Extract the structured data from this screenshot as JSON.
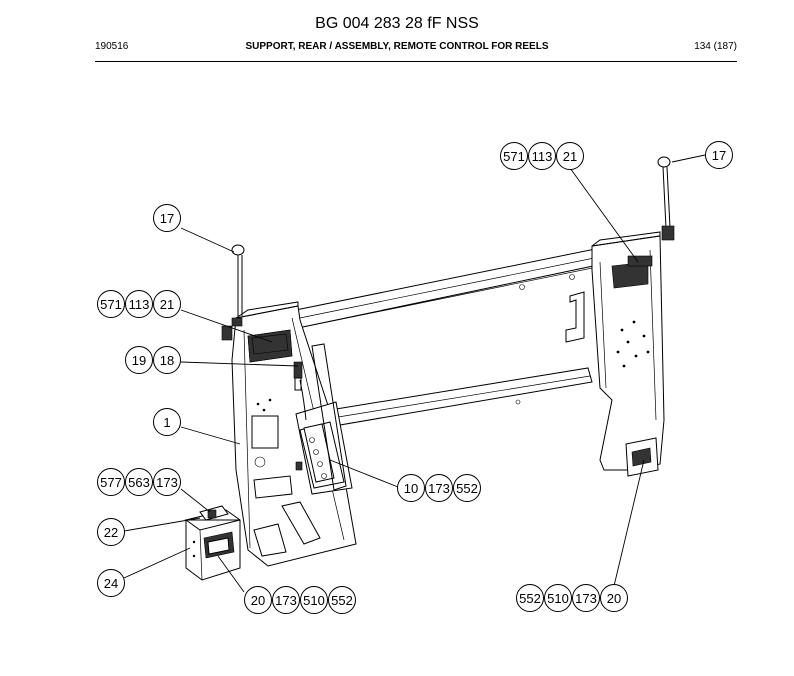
{
  "header": {
    "title": "BG 004 283 28 fF NSS",
    "code": "190516",
    "subtitle": "SUPPORT, REAR / ASSEMBLY, REMOTE CONTROL FOR REELS",
    "page": "134 (187)"
  },
  "callouts": [
    {
      "id": "c-571-113-21-right",
      "labels": [
        "571",
        "113",
        "21"
      ]
    },
    {
      "id": "c-17-right",
      "labels": [
        "17"
      ]
    },
    {
      "id": "c-17-left",
      "labels": [
        "17"
      ]
    },
    {
      "id": "c-571-113-21-left",
      "labels": [
        "571",
        "113",
        "21"
      ]
    },
    {
      "id": "c-19-18",
      "labels": [
        "19",
        "18"
      ]
    },
    {
      "id": "c-1",
      "labels": [
        "1"
      ]
    },
    {
      "id": "c-10-173-552",
      "labels": [
        "10",
        "173",
        "552"
      ]
    },
    {
      "id": "c-577-563-173",
      "labels": [
        "577",
        "563",
        "173"
      ]
    },
    {
      "id": "c-22",
      "labels": [
        "22"
      ]
    },
    {
      "id": "c-24",
      "labels": [
        "24"
      ]
    },
    {
      "id": "c-20-173-510-552",
      "labels": [
        "20",
        "173",
        "510",
        "552"
      ]
    },
    {
      "id": "c-552-510-173-20",
      "labels": [
        "552",
        "510",
        "173",
        "20"
      ]
    }
  ]
}
